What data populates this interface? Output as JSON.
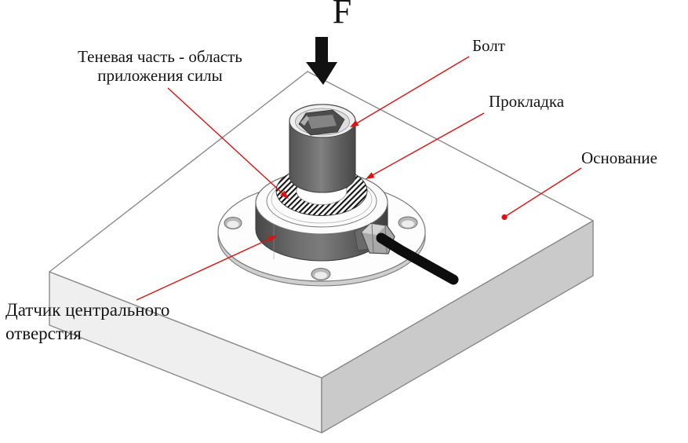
{
  "diagram": {
    "title_none": "",
    "force_label": "F",
    "labels": {
      "shaded": {
        "line1": "Теневая часть - область",
        "line2": "приложения силы"
      },
      "bolt": "Болт",
      "gasket": "Прокладка",
      "base": "Основание",
      "sensor": {
        "line1": "Датчик центрального",
        "line2": "отверстия"
      }
    },
    "icons": {
      "force_arrow": "down-arrow"
    },
    "colors": {
      "leader_red": "#dd1111",
      "arrow_black": "#111111",
      "outline_gray": "#8a8a8a",
      "plate_top": "#ffffff",
      "plate_left_face": "#efefef",
      "plate_right_face": "#cacaca",
      "flange_white": "#fdfdfd",
      "metal_dark": "#5f5f5f",
      "hatch_line": "#141414"
    }
  }
}
